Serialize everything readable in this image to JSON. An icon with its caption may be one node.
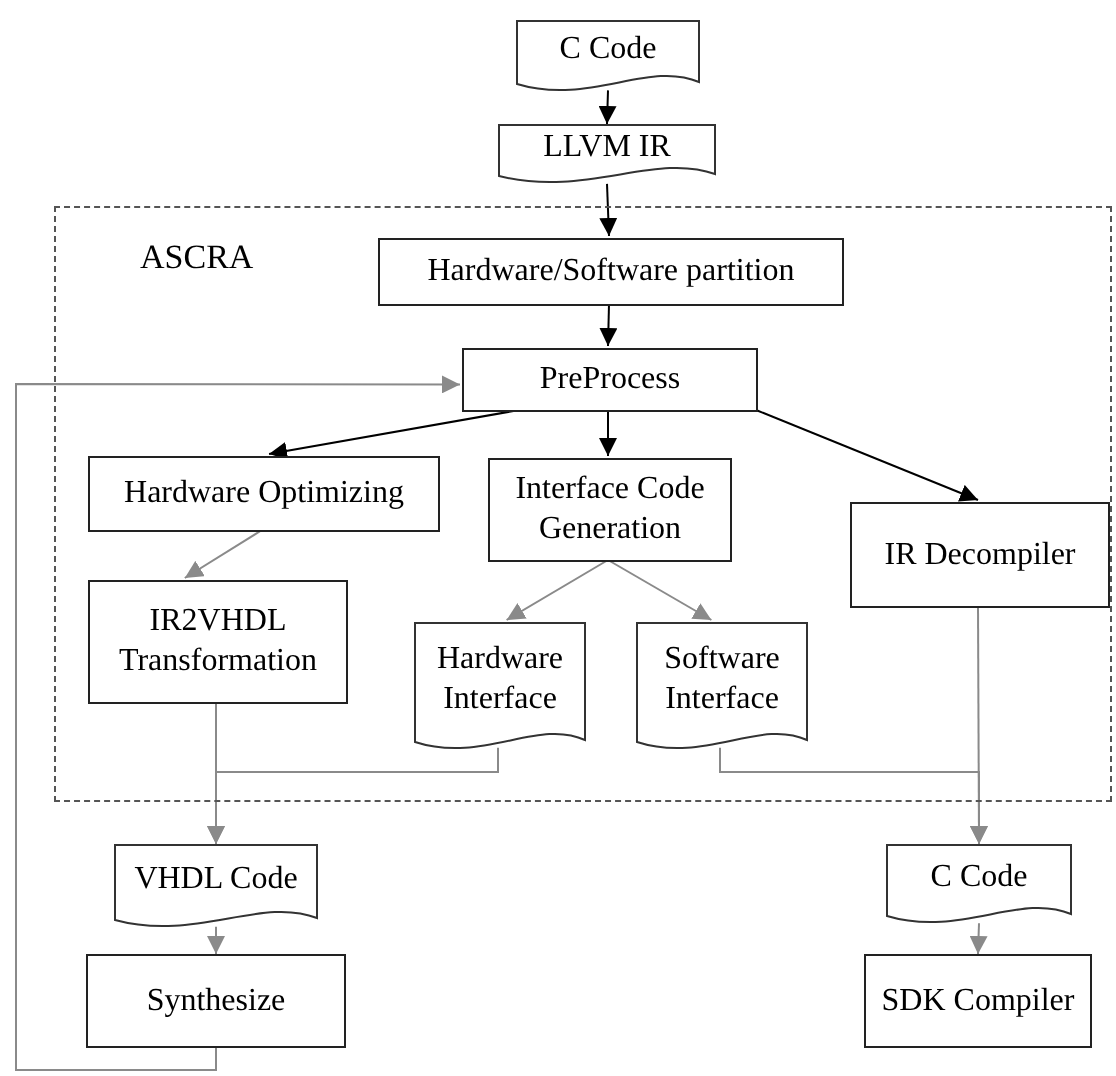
{
  "diagram": {
    "nodes": [
      {
        "text": [
          "C Code"
        ]
      },
      {
        "text": [
          "LLVM IR"
        ]
      },
      {
        "text": [
          "ASCRA"
        ]
      },
      {
        "text": [
          "Hardware/Software partition"
        ],
        "in": 2
      },
      {
        "text": [
          "PreProcess"
        ],
        "in": 2
      },
      {
        "text": [
          "Hardware Optimizing"
        ],
        "in": 2
      },
      {
        "text": [
          "Interface Code Generation"
        ],
        "in": 2
      },
      {
        "text": [
          "IR Decompiler"
        ],
        "in": 2
      },
      {
        "text": [
          "IR2VHDL Transformation"
        ],
        "in": 2
      },
      {
        "text": [
          "Hardware Interface"
        ],
        "in": 2
      },
      {
        "text": [
          "Software Interface"
        ],
        "in": 2
      },
      {
        "text": [
          "VHDL Code"
        ]
      },
      {
        "text": [
          "Synthesize"
        ]
      },
      {
        "text": [
          "C Code"
        ]
      },
      {
        "text": [
          "SDK Compiler"
        ]
      }
    ],
    "edges": [
      {
        "from": 0,
        "to": 1,
        "arrow": "to",
        "color": "#000000"
      },
      {
        "from": 1,
        "to": 3,
        "arrow": "to",
        "color": "#000000"
      },
      {
        "from": 3,
        "to": 4,
        "arrow": "to",
        "color": "#000000"
      },
      {
        "from": 4,
        "to": 5,
        "arrow": "to",
        "color": "#000000"
      },
      {
        "from": 4,
        "to": 6,
        "arrow": "to",
        "color": "#000000"
      },
      {
        "from": 4,
        "to": 7,
        "arrow": "to",
        "color": "#000000"
      },
      {
        "from": 5,
        "to": 8,
        "arrow": "to"
      },
      {
        "from": 6,
        "to": 9,
        "arrow": "to"
      },
      {
        "from": 6,
        "to": 10,
        "arrow": "to"
      },
      {
        "from": 8,
        "to": 11,
        "arrow": "to"
      },
      {
        "from": 9,
        "to": 11,
        "arrow": "to"
      },
      {
        "from": 10,
        "to": 13,
        "arrow": "to"
      },
      {
        "from": 7,
        "to": 13,
        "arrow": "to"
      },
      {
        "from": 11,
        "to": 12,
        "arrow": "to"
      },
      {
        "from": 13,
        "to": 14,
        "arrow": "to"
      },
      {
        "from": 12,
        "to": 4,
        "arrow": "to"
      }
    ]
  }
}
